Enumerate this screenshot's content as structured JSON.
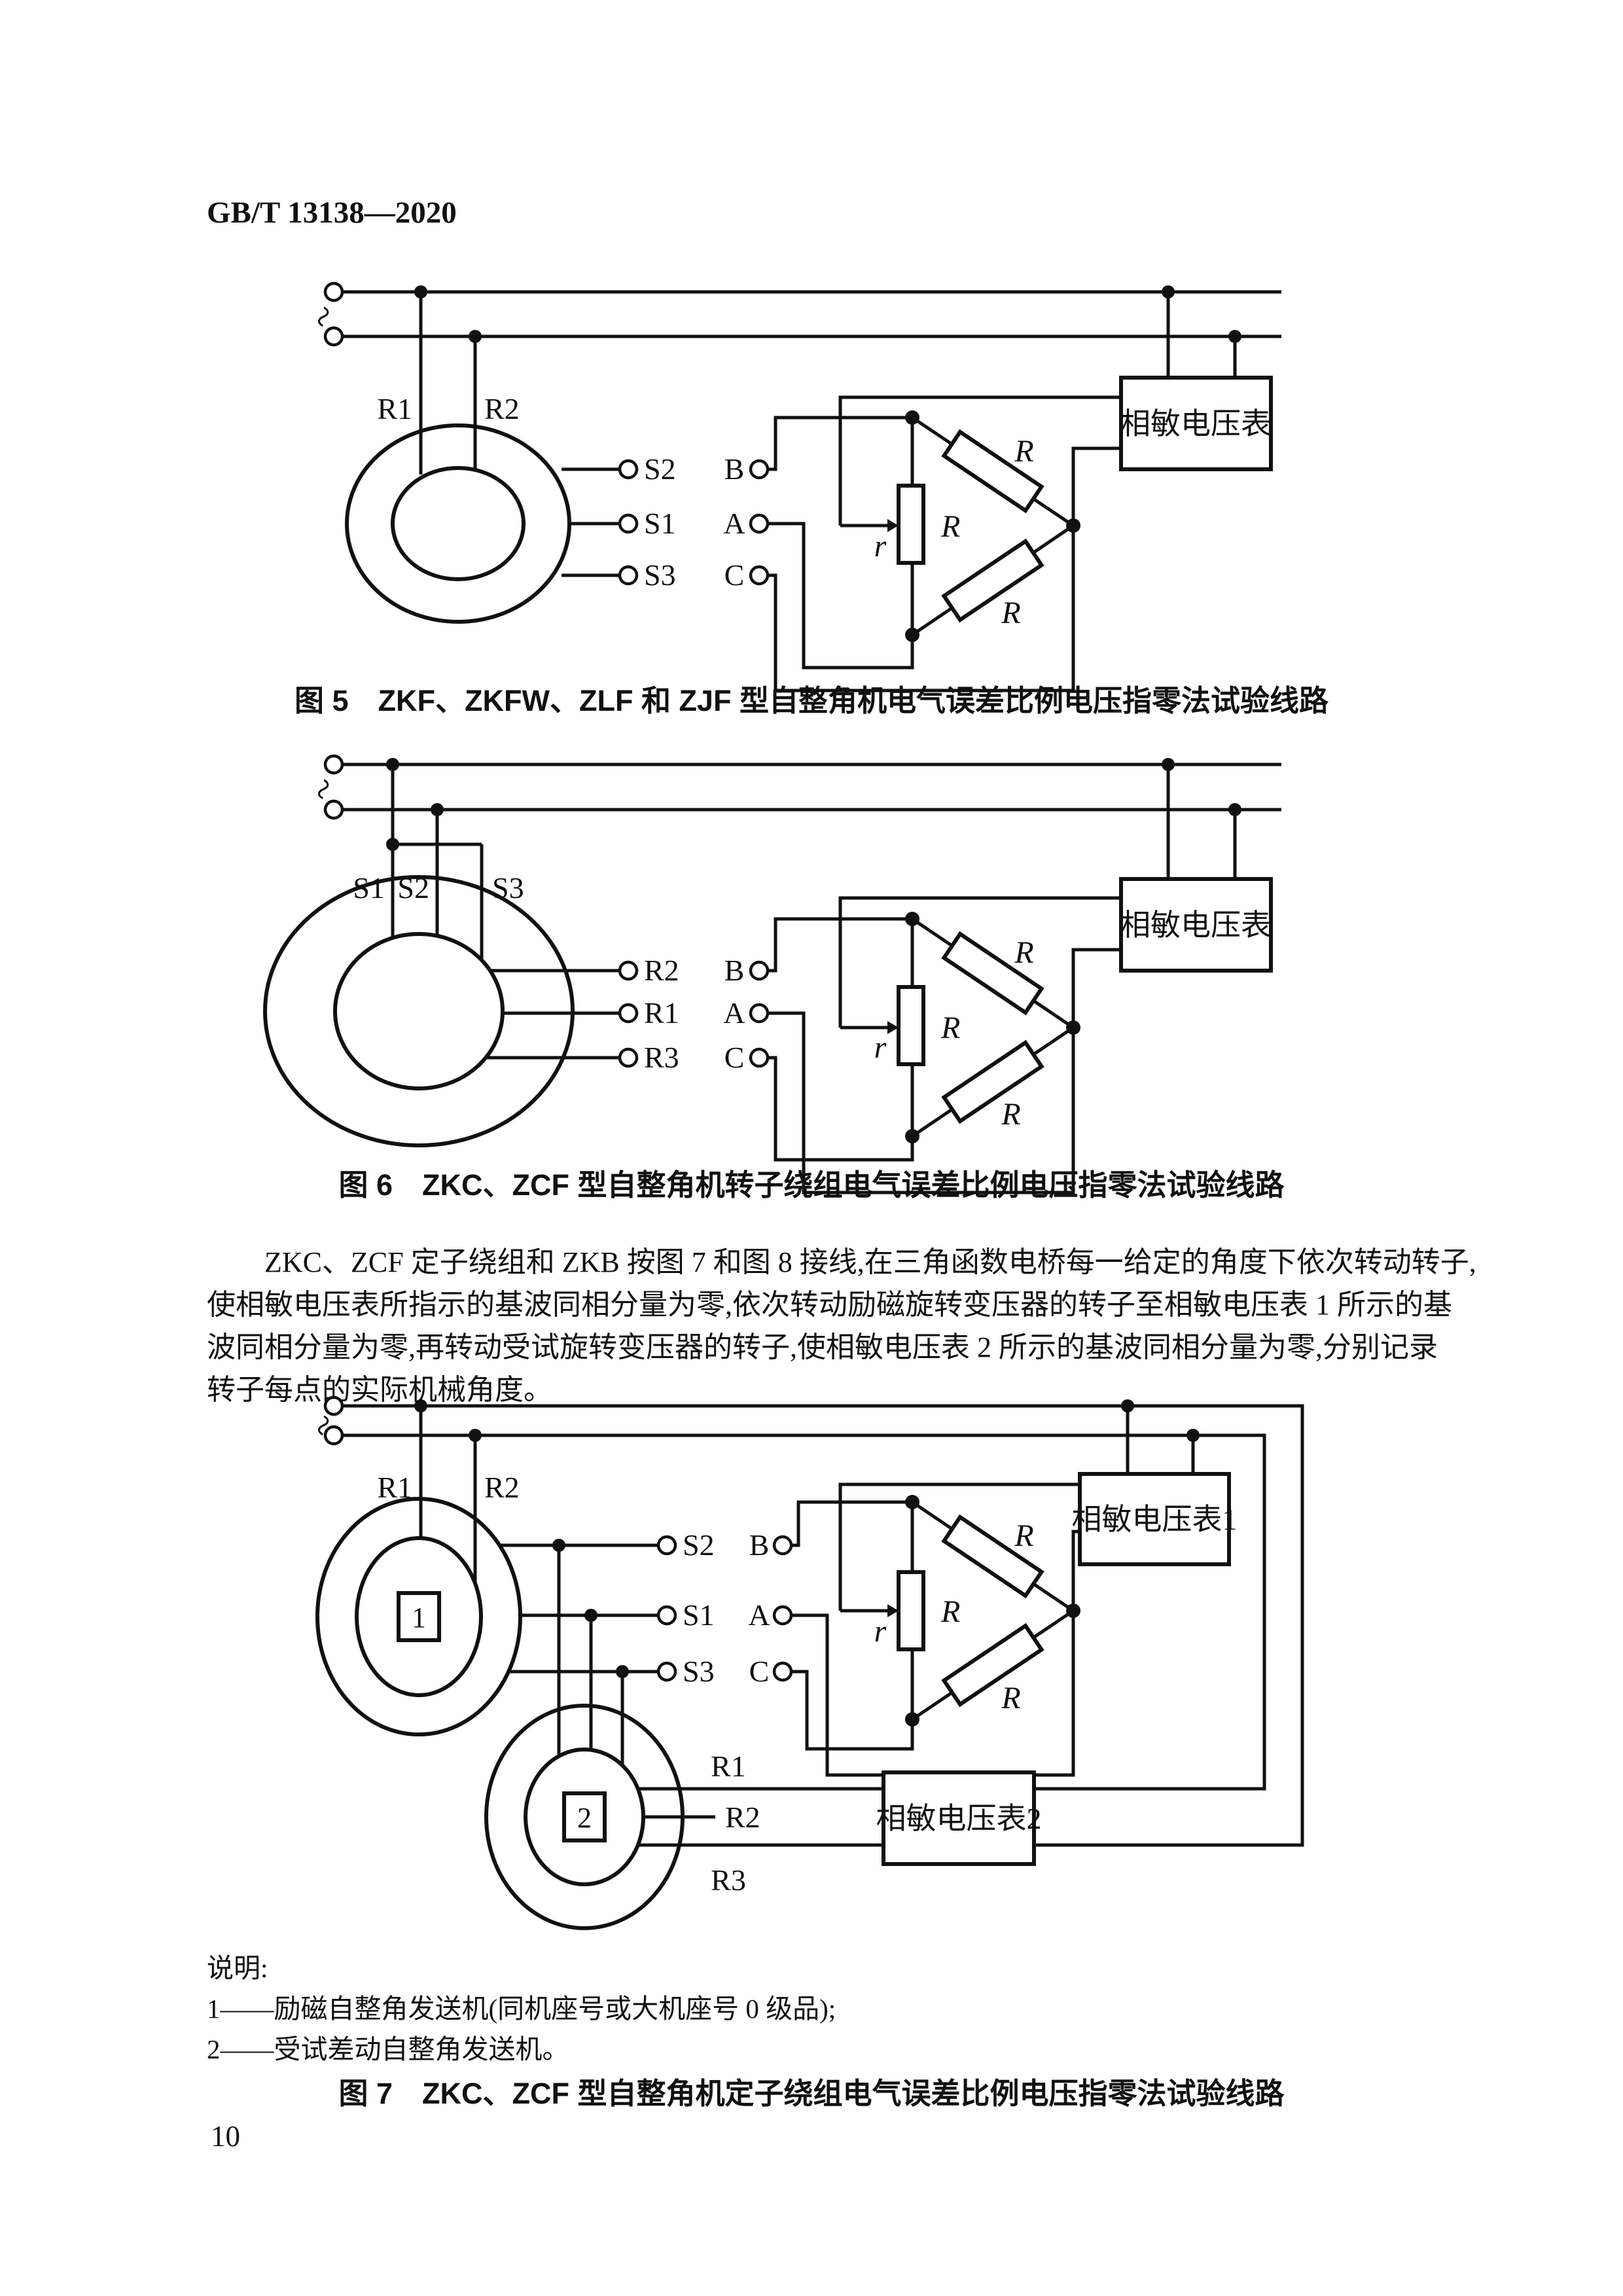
{
  "page": {
    "header": "GB/T 13138—2020",
    "page_number": "10"
  },
  "figure5": {
    "caption": "图 5　ZKF、ZKFW、ZLF 和 ZJF 型自整角机电气误差比例电压指零法试验线路",
    "labels": {
      "ac": "~",
      "r1": "R1",
      "r2": "R2",
      "s2": "S2",
      "s1": "S1",
      "s3": "S3",
      "b": "B",
      "a": "A",
      "c": "C",
      "r_upper": "R",
      "r_pot": "R",
      "r_wiper": "r",
      "r_lower": "R",
      "voltmeter": "相敏电压表"
    }
  },
  "figure6": {
    "caption": "图 6　ZKC、ZCF 型自整角机转子绕组电气误差比例电压指零法试验线路",
    "labels": {
      "ac": "~",
      "s1": "S1",
      "s2": "S2",
      "s3": "S3",
      "r2": "R2",
      "r1": "R1",
      "r3": "R3",
      "b": "B",
      "a": "A",
      "c": "C",
      "r_upper": "R",
      "r_pot": "R",
      "r_wiper": "r",
      "r_lower": "R",
      "voltmeter": "相敏电压表"
    }
  },
  "paragraph": {
    "lines": [
      "ZKC、ZCF 定子绕组和 ZKB 按图 7 和图 8 接线,在三角函数电桥每一给定的角度下依次转动转子,",
      "使相敏电压表所指示的基波同相分量为零,依次转动励磁旋转变压器的转子至相敏电压表 1 所示的基",
      "波同相分量为零,再转动受试旋转变压器的转子,使相敏电压表 2 所示的基波同相分量为零,分别记录",
      "转子每点的实际机械角度。"
    ]
  },
  "figure7": {
    "caption": "图 7　ZKC、ZCF 型自整角机定子绕组电气误差比例电压指零法试验线路",
    "labels": {
      "ac": "~",
      "r1": "R1",
      "r2": "R2",
      "machine1": "1",
      "machine2": "2",
      "s2": "S2",
      "s1": "S1",
      "s3": "S3",
      "b": "B",
      "a": "A",
      "c": "C",
      "r_upper": "R",
      "r_pot": "R",
      "r_wiper": "r",
      "r_lower": "R",
      "voltmeter1": "相敏电压表1",
      "voltmeter2": "相敏电压表2",
      "rot_r1": "R1",
      "rot_r2": "R2",
      "rot_r3": "R3"
    },
    "notes": {
      "title": "说明:",
      "items": [
        "1——励磁自整角发送机(同机座号或大机座号 0 级品);",
        "2——受试差动自整角发送机。"
      ]
    }
  }
}
